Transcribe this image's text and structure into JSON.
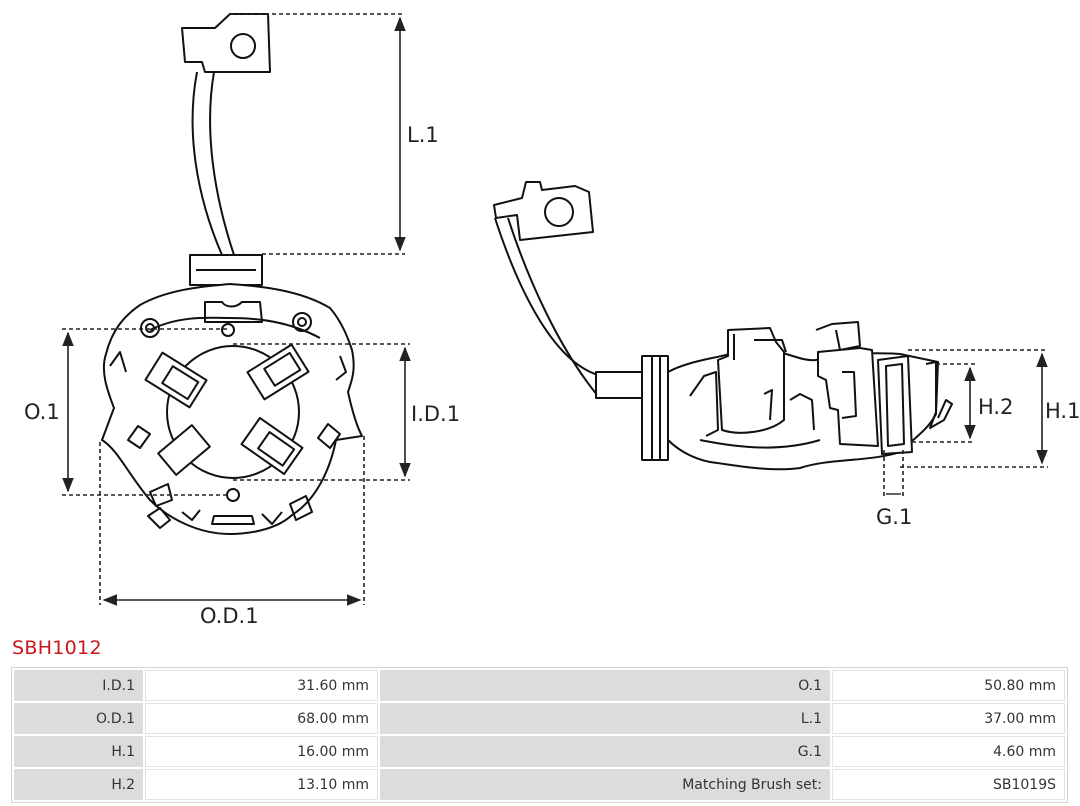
{
  "drawing": {
    "labels": {
      "l1": "L.1",
      "o1": "O.1",
      "id1": "I.D.1",
      "od1": "O.D.1",
      "h1": "H.1",
      "h2": "H.2",
      "g1": "G.1"
    }
  },
  "product": {
    "code": "SBH1012"
  },
  "specs": [
    {
      "k1": "I.D.1",
      "v1": "31.60 mm",
      "k2": "O.1",
      "v2": "50.80 mm"
    },
    {
      "k1": "O.D.1",
      "v1": "68.00 mm",
      "k2": "L.1",
      "v2": "37.00 mm"
    },
    {
      "k1": "H.1",
      "v1": "16.00 mm",
      "k2": "G.1",
      "v2": "4.60 mm"
    },
    {
      "k1": "H.2",
      "v1": "13.10 mm",
      "k2": "Matching Brush set:",
      "v2": "SB1019S"
    }
  ]
}
